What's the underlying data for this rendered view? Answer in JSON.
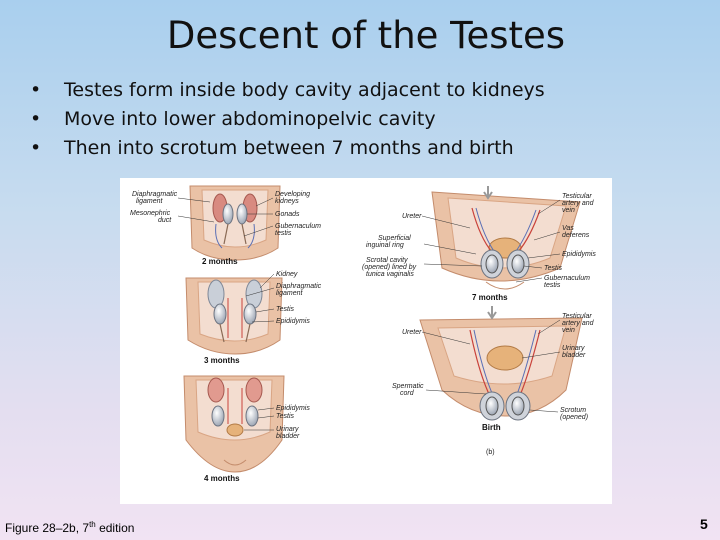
{
  "slide": {
    "title": "Descent of the Testes",
    "bullets": [
      "Testes form inside body cavity adjacent to kidneys",
      "Move into lower abdominopelvic cavity",
      "Then into scrotum between 7 months and birth"
    ],
    "caption_prefix": "Figure 28–2b, 7",
    "caption_sup": "th",
    "caption_suffix": " edition",
    "page_number": "5"
  },
  "figure": {
    "stage_labels": [
      "2 months",
      "3 months",
      "4 months",
      "7 months",
      "Birth"
    ],
    "panel_label": "(b)",
    "left_labels": {
      "diaphragmatic_ligament": [
        "Diaphragmatic",
        "ligament"
      ],
      "mesonephric_duct": [
        "Mesonephric",
        "duct"
      ],
      "developing_kidneys": [
        "Developing",
        "kidneys"
      ],
      "gonads": "Gonads",
      "gubernaculum_testis": [
        "Gubernaculum",
        "testis"
      ],
      "kidney": "Kidney",
      "diaphragmatic_ligament_2": [
        "Diaphragmatic",
        "ligament"
      ],
      "testis": "Testis",
      "epididymis": "Epididymis",
      "epididymis_2": "Epididymis",
      "testis_2": "Testis",
      "urinary_bladder": [
        "Urinary",
        "bladder"
      ]
    },
    "right_labels": {
      "ureter": "Ureter",
      "superficial_inguinal_ring": [
        "Superficial",
        "inguinal ring"
      ],
      "scrotal_cavity": [
        "Scrotal cavity",
        "(opened) lined by",
        "tunica vaginalis"
      ],
      "testicular_artery_vein": [
        "Testicular",
        "artery and",
        "vein"
      ],
      "vas_deferens": [
        "Vas",
        "deferens"
      ],
      "epididymis": "Epididymis",
      "testis": "Testis",
      "gubernaculum_testis": [
        "Gubernaculum",
        "testis"
      ],
      "ureter_2": "Ureter",
      "testicular_artery_vein_2": [
        "Testicular",
        "artery and",
        "vein"
      ],
      "urinary_bladder": [
        "Urinary",
        "bladder"
      ],
      "spermatic_cord": [
        "Spermatic",
        "cord"
      ],
      "scrotum": [
        "Scrotum",
        "(opened)"
      ]
    }
  },
  "colors": {
    "skin": "#eac2a6",
    "skin_dark": "#d9a584",
    "cavity": "#f3ddd0",
    "kidney": "#c9cfd8",
    "vessel_red": "#c9423b",
    "vessel_blue": "#5a6fb5"
  }
}
